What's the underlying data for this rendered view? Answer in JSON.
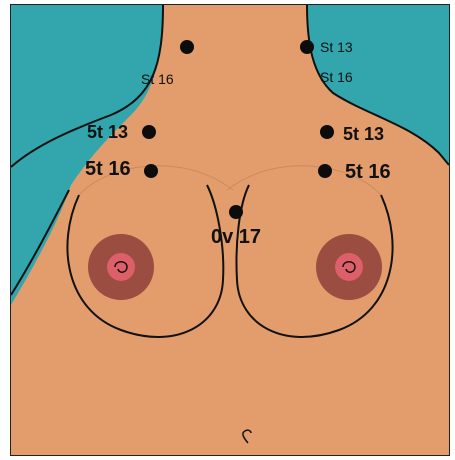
{
  "colors": {
    "background": "#33a6ad",
    "skin": "#e39d6c",
    "outline": "#111111",
    "areola": "#8f3f3a",
    "nipple": "#dc5f6a",
    "point": "#0c0c0c"
  },
  "points": [
    {
      "name": "st16-upper-left-point",
      "label": "St 16"
    },
    {
      "name": "st13-upper-right-point",
      "label": "St 13"
    },
    {
      "name": "st16-upper-right-label",
      "label": "St 16"
    },
    {
      "name": "st13-left-point",
      "label": "5t 13"
    },
    {
      "name": "st13-right-point",
      "label": "5t 13"
    },
    {
      "name": "st16-left-point",
      "label": "5t 16"
    },
    {
      "name": "st16-right-point",
      "label": "5t 16"
    },
    {
      "name": "cv17-point",
      "label": "0v 17"
    }
  ]
}
